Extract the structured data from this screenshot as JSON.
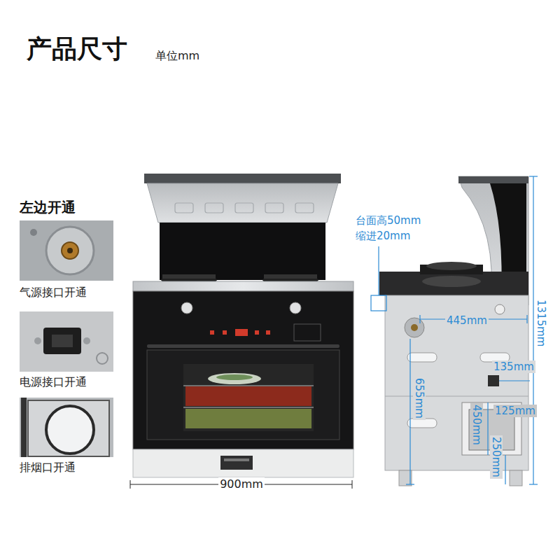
{
  "diagram": {
    "title": "产品尺寸",
    "labels": [
      "单位mm",
      "左边开通",
      "气源接口开通",
      "电源接口开通",
      "排烟口开通",
      "900mm",
      "台面高50mm",
      "缩进20mm",
      "445mm",
      "1315mm",
      "135mm",
      "655mm",
      "125mm",
      "450mm",
      "250mm"
    ]
  }
}
